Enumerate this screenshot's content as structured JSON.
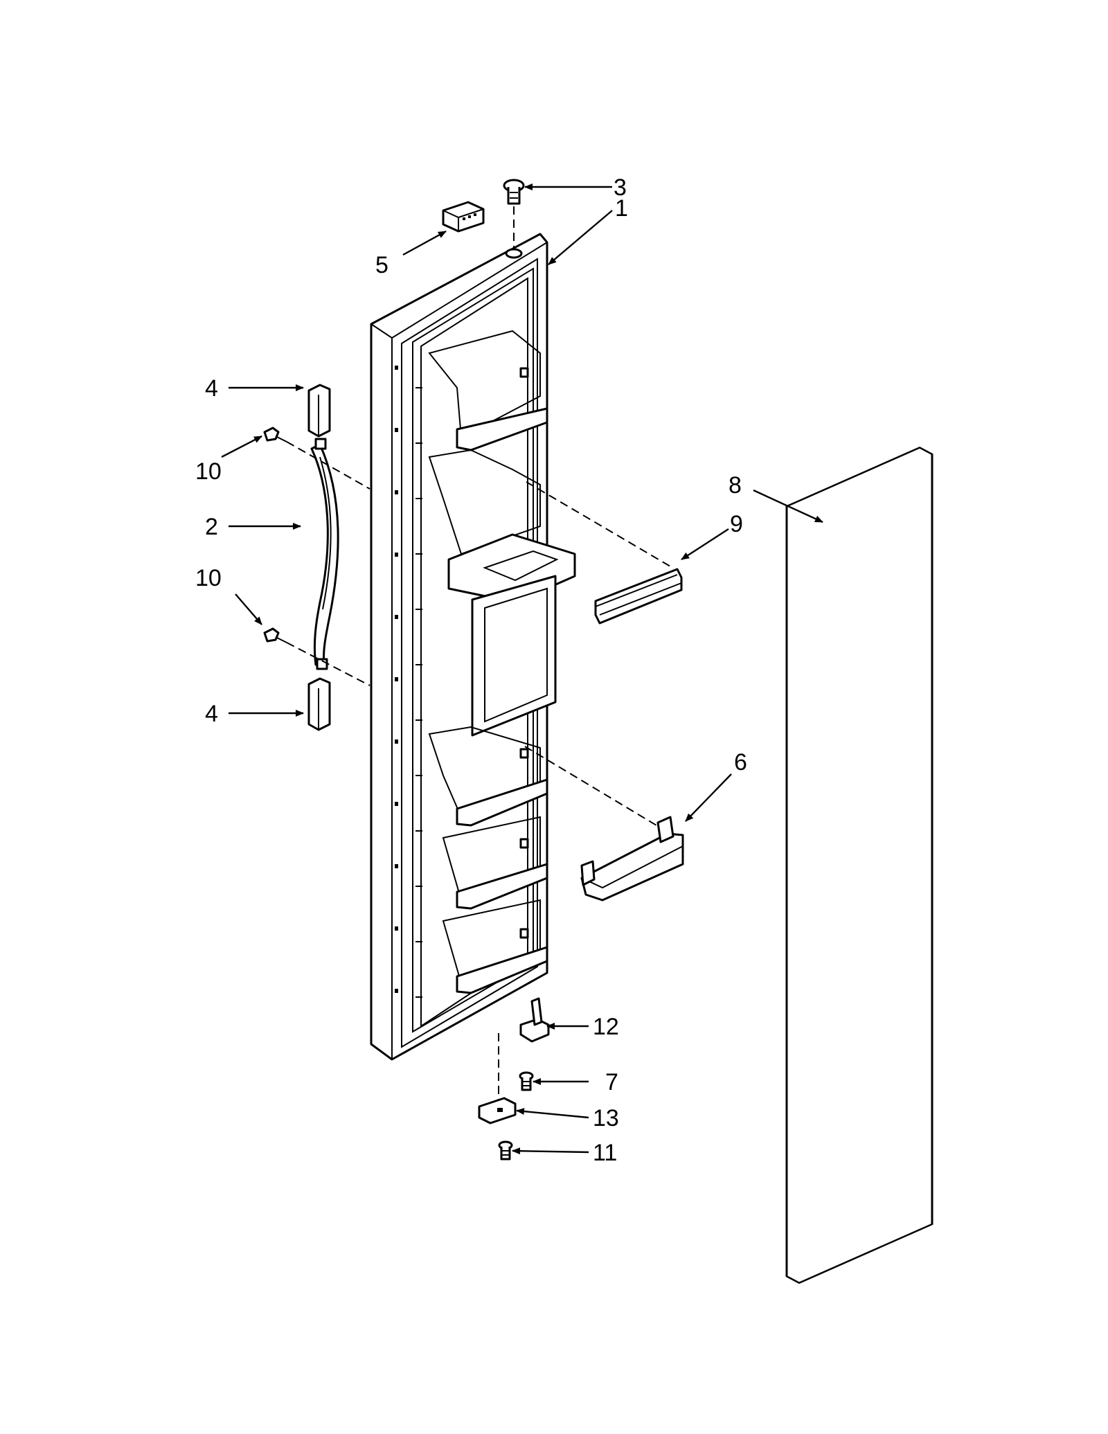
{
  "diagram": {
    "callouts": [
      "3",
      "1",
      "5",
      "4",
      "10",
      "2",
      "10",
      "4",
      "8",
      "9",
      "6",
      "12",
      "7",
      "13",
      "11"
    ]
  }
}
